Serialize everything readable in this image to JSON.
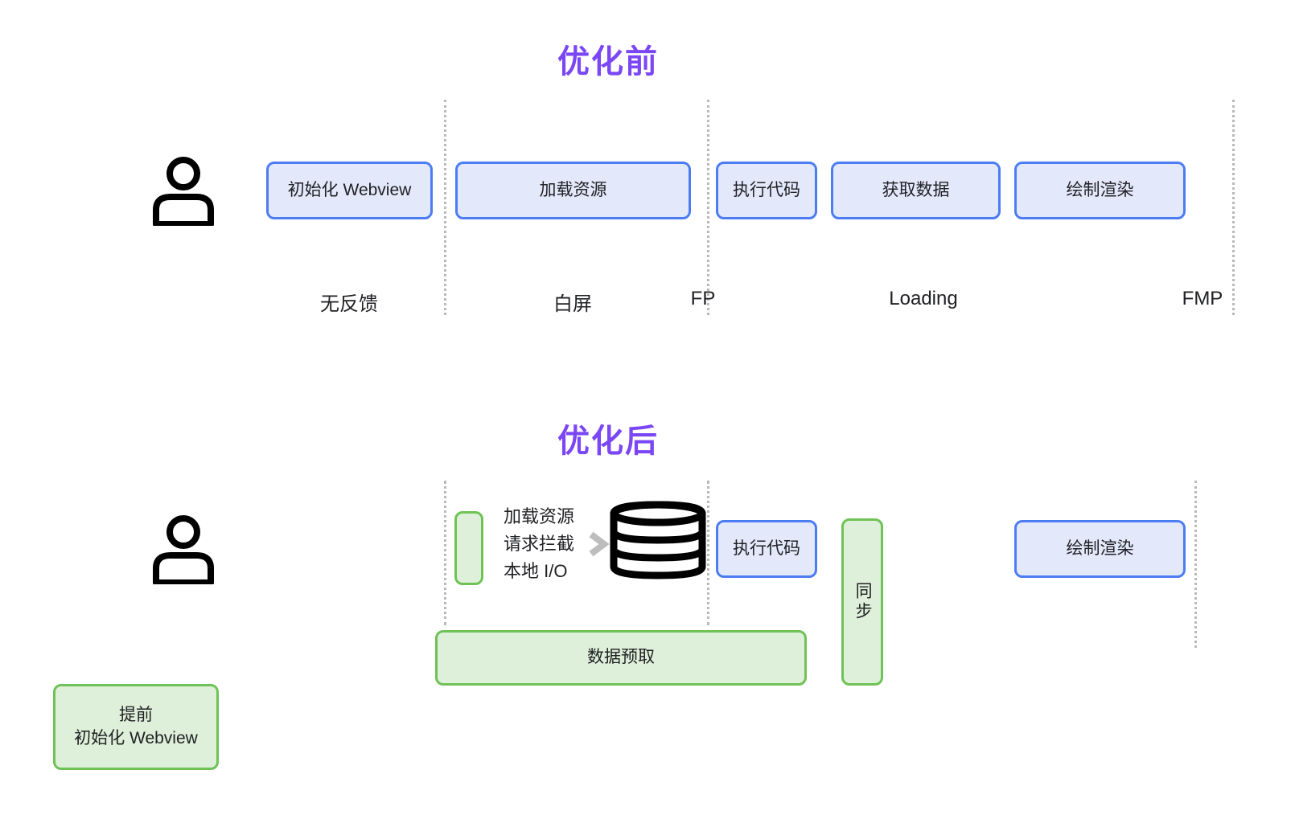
{
  "sections": {
    "before": {
      "title": "优化前",
      "actor_icon": "person-icon",
      "boxes": [
        {
          "label": "初始化 Webview",
          "style": "blue"
        },
        {
          "label": "加载资源",
          "style": "blue"
        },
        {
          "label": "执行代码",
          "style": "blue"
        },
        {
          "label": "获取数据",
          "style": "blue"
        },
        {
          "label": "绘制渲染",
          "style": "blue"
        }
      ],
      "phase_labels": [
        {
          "label": "无反馈"
        },
        {
          "label": "白屏"
        },
        {
          "label": "FP"
        },
        {
          "label": "Loading"
        },
        {
          "label": "FMP"
        }
      ]
    },
    "after": {
      "title": "优化后",
      "actor_icon": "person-icon",
      "annotation": "加载资源\n请求拦截\n本地 I/O",
      "database_icon": "database-icon",
      "arrow_icon": "chevron-right-icon",
      "boxes": [
        {
          "label": "",
          "style": "green"
        },
        {
          "label": "执行代码",
          "style": "blue"
        },
        {
          "label": "同步",
          "style": "green"
        },
        {
          "label": "绘制渲染",
          "style": "blue"
        },
        {
          "label": "数据预取",
          "style": "green"
        },
        {
          "label": "提前\n初始化 Webview",
          "style": "green"
        }
      ]
    }
  },
  "colors": {
    "title_purple": "#7B47F5",
    "blue_border": "#4C7CF4",
    "blue_fill": "#E3E9FB",
    "green_border": "#6FC255",
    "green_fill": "#DEF0D9",
    "tick_gray": "#b9b9b9",
    "text": "#202124"
  },
  "chart_data": {
    "type": "table",
    "title": "Webview 启动性能优化前后时间线对比",
    "timeline_ticks": [
      "无反馈/白屏 分界",
      "FP",
      "FMP"
    ],
    "rows": [
      {
        "phase": "优化前",
        "stages": [
          "初始化 Webview",
          "加载资源",
          "执行代码",
          "获取数据",
          "绘制渲染"
        ]
      },
      {
        "phase": "优化后",
        "stages": [
          "提前初始化 Webview",
          "加载资源/请求拦截/本地 I/O",
          "数据预取",
          "执行代码",
          "同步",
          "绘制渲染"
        ]
      }
    ]
  }
}
